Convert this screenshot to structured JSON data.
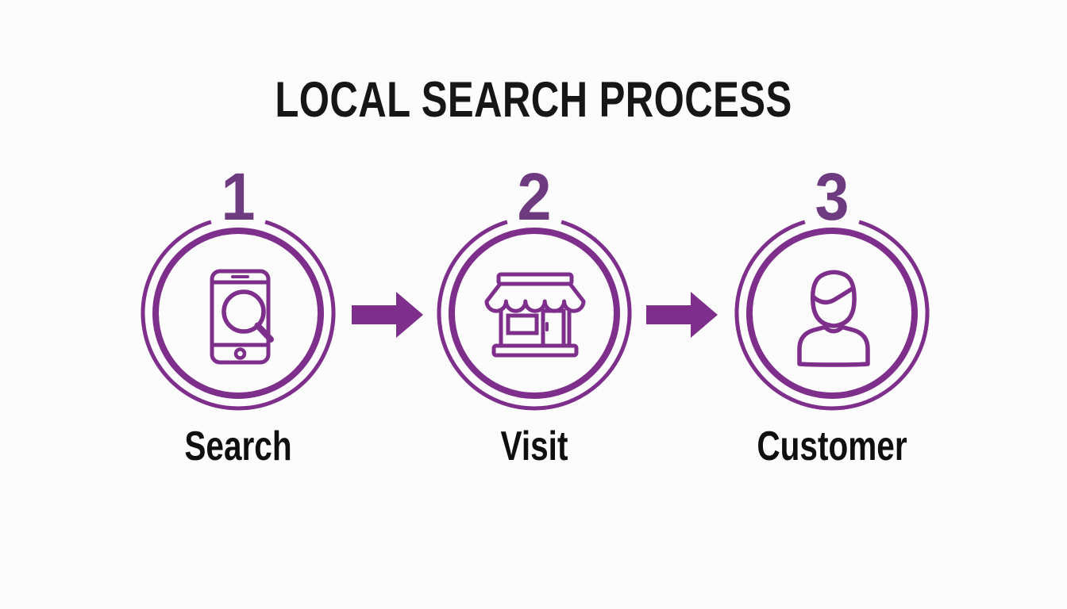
{
  "title": "LOCAL SEARCH PROCESS",
  "colors": {
    "purple_main": "#7E2F8C",
    "purple_number": "#6E3A80",
    "text_black": "#0f0f0f",
    "background": "#fcfcfc"
  },
  "steps": [
    {
      "number": "1",
      "label": "Search",
      "icon": "phone-search-icon"
    },
    {
      "number": "2",
      "label": "Visit",
      "icon": "storefront-icon"
    },
    {
      "number": "3",
      "label": "Customer",
      "icon": "person-icon"
    }
  ],
  "arrows": [
    {
      "name": "arrow-1",
      "direction": "right"
    },
    {
      "name": "arrow-2",
      "direction": "right"
    }
  ]
}
